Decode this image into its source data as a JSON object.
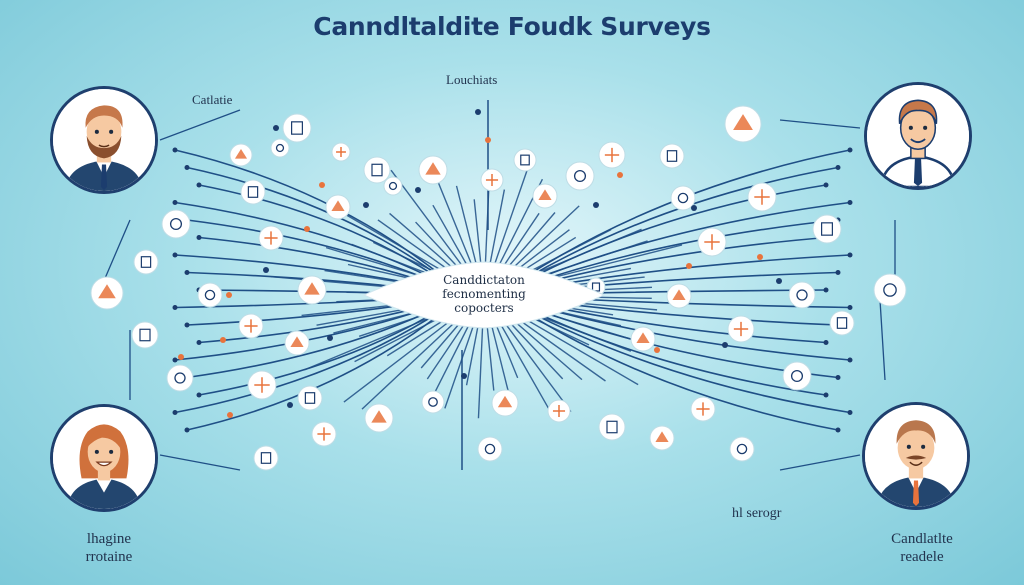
{
  "title": "Canndltaldite Foudk Surveys",
  "labels": {
    "top_left": "Catlatie",
    "top_center": "Louchiats",
    "bottom_center": "hl serogr",
    "bottom_left": [
      "lhagine",
      "rrotaine"
    ],
    "bottom_right": [
      "Candlatlte",
      "readele"
    ]
  },
  "center_box": {
    "lines": [
      "Canddictaton",
      "fecnomenting",
      "copocters"
    ]
  },
  "avatars": [
    {
      "name": "man-beard-top-left",
      "hair": "#c6784a",
      "skin": "#f6c9a2",
      "suit": "#23466f",
      "beard": true
    },
    {
      "name": "man-top-right",
      "hair": "#c6784a",
      "skin": "#f6c9a2",
      "suit": "#ffffff",
      "beard": false
    },
    {
      "name": "woman-bottom-left",
      "hair": "#d0713c",
      "skin": "#f6c9a2",
      "suit": "#23466f",
      "beard": false
    },
    {
      "name": "man-mustache-bottom-right",
      "hair": "#b9774d",
      "skin": "#f6c9a2",
      "suit": "#23466f",
      "beard": false
    }
  ],
  "colors": {
    "line": "#1f4f86",
    "accent_orange": "#e8733c",
    "accent_navy": "#1c3d6e",
    "node_fill": "#ffffff"
  },
  "icon_names": [
    "document-icon",
    "chat-bubble-icon",
    "chart-icon",
    "pencil-icon",
    "envelope-icon",
    "pie-chart-icon",
    "checklist-icon",
    "folder-icon",
    "magnifier-icon",
    "tag-icon",
    "graph-icon",
    "clipboard-icon",
    "star-icon",
    "megaphone-icon",
    "calendar-icon",
    "bell-icon"
  ]
}
